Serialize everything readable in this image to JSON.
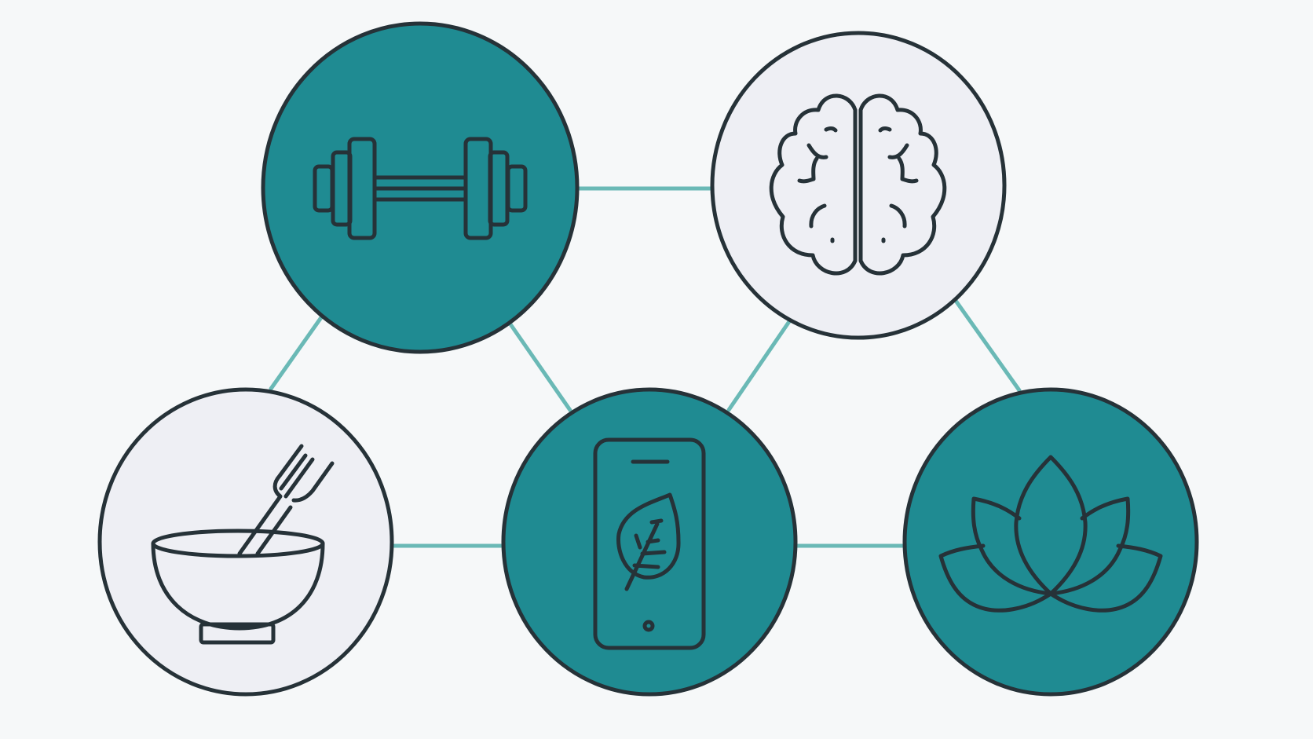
{
  "colors": {
    "background": "#f6f8f9",
    "teal_fill": "#1f8b92",
    "light_fill": "#eeeff4",
    "outline": "#263238",
    "connector": "#6ab9b6"
  },
  "nodes": [
    {
      "id": "fitness",
      "icon": "dumbbell-icon",
      "fill": "teal"
    },
    {
      "id": "mind",
      "icon": "brain-icon",
      "fill": "light"
    },
    {
      "id": "nutrition",
      "icon": "bowl-and-fork-icon",
      "fill": "light"
    },
    {
      "id": "digital-wellness",
      "icon": "phone-with-leaf-icon",
      "fill": "teal"
    },
    {
      "id": "meditation",
      "icon": "lotus-icon",
      "fill": "teal"
    }
  ],
  "edges": [
    {
      "from": "fitness",
      "to": "mind"
    },
    {
      "from": "fitness",
      "to": "nutrition"
    },
    {
      "from": "fitness",
      "to": "digital-wellness"
    },
    {
      "from": "mind",
      "to": "digital-wellness"
    },
    {
      "from": "mind",
      "to": "meditation"
    },
    {
      "from": "nutrition",
      "to": "digital-wellness"
    },
    {
      "from": "digital-wellness",
      "to": "meditation"
    }
  ]
}
